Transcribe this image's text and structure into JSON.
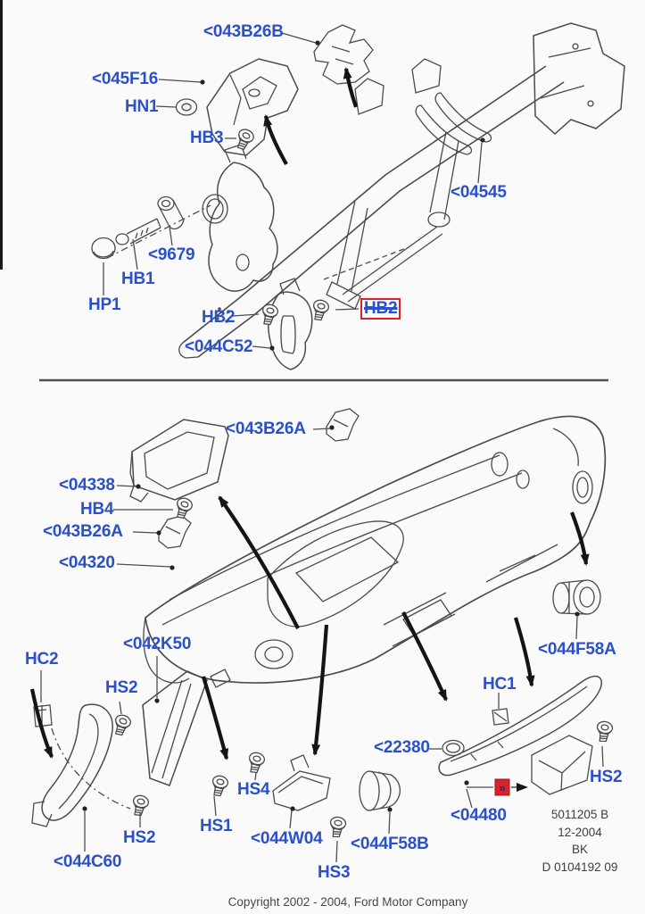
{
  "diagram": {
    "kind": "exploded-parts-diagram",
    "colors": {
      "label_blue": "#2b50c8",
      "highlight_red": "#d8232a"
    },
    "top_section": {
      "labels": [
        {
          "id": "043B26B",
          "text": "<043B26B"
        },
        {
          "id": "045F16",
          "text": "<045F16"
        },
        {
          "id": "HN1",
          "text": "HN1"
        },
        {
          "id": "HB3",
          "text": "HB3"
        },
        {
          "id": "04545",
          "text": "<04545"
        },
        {
          "id": "9679",
          "text": "<9679"
        },
        {
          "id": "HB1",
          "text": "HB1"
        },
        {
          "id": "HP1",
          "text": "HP1"
        },
        {
          "id": "HB2",
          "text": "HB2"
        },
        {
          "id": "HB2_selected",
          "text": "HB2",
          "highlighted": true
        },
        {
          "id": "044C52",
          "text": "<044C52"
        }
      ]
    },
    "bottom_section": {
      "labels": [
        {
          "id": "043B26A_upper",
          "text": "<043B26A"
        },
        {
          "id": "04338",
          "text": "<04338"
        },
        {
          "id": "HB4",
          "text": "HB4"
        },
        {
          "id": "043B26A_lower",
          "text": "<043B26A"
        },
        {
          "id": "04320",
          "text": "<04320"
        },
        {
          "id": "042K50",
          "text": "<042K50"
        },
        {
          "id": "HC2",
          "text": "HC2"
        },
        {
          "id": "HS2_left",
          "text": "HS2"
        },
        {
          "id": "HS2_lower",
          "text": "HS2"
        },
        {
          "id": "044C60",
          "text": "<044C60"
        },
        {
          "id": "HS1",
          "text": "HS1"
        },
        {
          "id": "HS4",
          "text": "HS4"
        },
        {
          "id": "044W04",
          "text": "<044W04"
        },
        {
          "id": "HS3",
          "text": "HS3"
        },
        {
          "id": "044F58B",
          "text": "<044F58B"
        },
        {
          "id": "22380",
          "text": "<22380"
        },
        {
          "id": "HC1",
          "text": "HC1"
        },
        {
          "id": "04480",
          "text": "<04480"
        },
        {
          "id": "HS2_right",
          "text": "HS2"
        },
        {
          "id": "044F58A",
          "text": "<044F58A"
        }
      ],
      "marker_glyph": "»"
    },
    "info_block": {
      "lines": [
        "5011205 B",
        "12-2004",
        "BK",
        "D 0104192 09"
      ]
    },
    "footer": {
      "copyright": "Copyright 2002 - 2004, Ford Motor Company"
    }
  }
}
